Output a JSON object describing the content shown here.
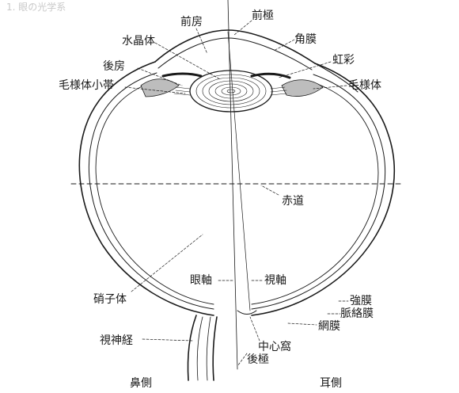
{
  "colors": {
    "ink": "#1a1a1a",
    "background": "#ffffff",
    "bleed_through": "#c9c9c9"
  },
  "labels": {
    "anterior_chamber": "前房",
    "anterior_pole": "前極",
    "lens": "水晶体",
    "cornea": "角膜",
    "iris": "虹彩",
    "posterior_chamber": "後房",
    "zonule": "毛様体小帯",
    "ciliary_body": "毛様体",
    "equator": "赤道",
    "optical_axis": "眼軸",
    "visual_axis": "視軸",
    "vitreous_body": "硝子体",
    "sclera": "強膜",
    "choroid": "脈絡膜",
    "retina": "網膜",
    "optic_nerve": "視神経",
    "fovea": "中心窩",
    "posterior_pole": "後極",
    "nasal_side": "鼻側",
    "temporal_side": "耳側"
  }
}
